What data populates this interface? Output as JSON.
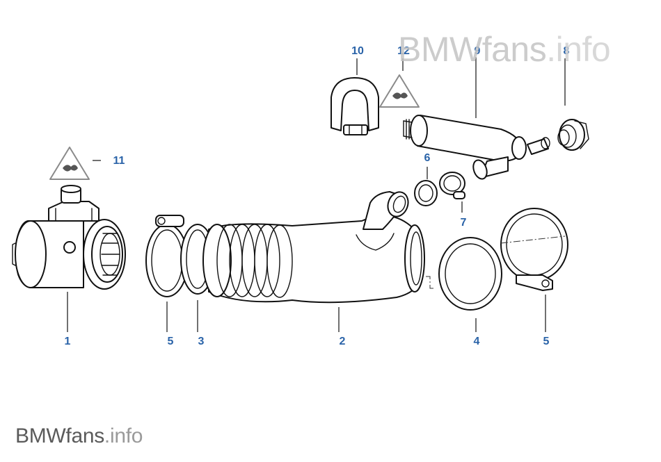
{
  "watermark": {
    "brand": "BMWfans",
    "ext": ".info"
  },
  "footer_logo": {
    "brand": "BMWfans",
    "ext": ".info"
  },
  "colors": {
    "callout": "#2a63a8",
    "linework": "#111111",
    "watermark": "#c4c4c4"
  },
  "callouts": {
    "part_1": "1",
    "part_2": "2",
    "part_3": "3",
    "part_4": "4",
    "part_5a": "5",
    "part_5b": "5",
    "part_6": "6",
    "part_7": "7",
    "part_8": "8",
    "part_9": "9",
    "part_10": "10",
    "part_11": "11",
    "part_12": "12"
  },
  "warning_icons": [
    "warning-triangle-icon",
    "warning-triangle-icon"
  ]
}
